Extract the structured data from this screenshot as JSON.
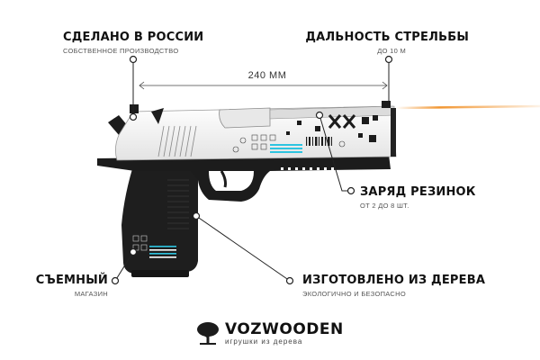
{
  "callouts": {
    "made_in_russia": {
      "title": "СДЕЛАНО В РОССИИ",
      "subtitle": "СОБСТВЕННОЕ ПРОИЗВОДСТВО"
    },
    "range": {
      "title": "ДАЛЬНОСТЬ СТРЕЛЬБЫ",
      "subtitle": "ДО 10 М"
    },
    "charge": {
      "title": "ЗАРЯД РЕЗИНОК",
      "subtitle": "ОТ 2 ДО 8 ШТ."
    },
    "magazine": {
      "title": "СЪЕМНЫЙ",
      "subtitle": "МАГАЗИН"
    },
    "material": {
      "title": "ИЗГОТОВЛЕНО ИЗ ДЕРЕВА",
      "subtitle": "ЭКОЛОГИЧНО И БЕЗОПАСНО"
    }
  },
  "dimension_label": "240 ММ",
  "logo": {
    "brand": "VOZWOODEN",
    "tagline": "игрушки из дерева",
    "icon": "tree-icon"
  },
  "colors": {
    "laser": "#f08a1a",
    "accent": "#2ec4e0",
    "slide": "#f2f2f2",
    "grip": "#1a1a1a"
  }
}
